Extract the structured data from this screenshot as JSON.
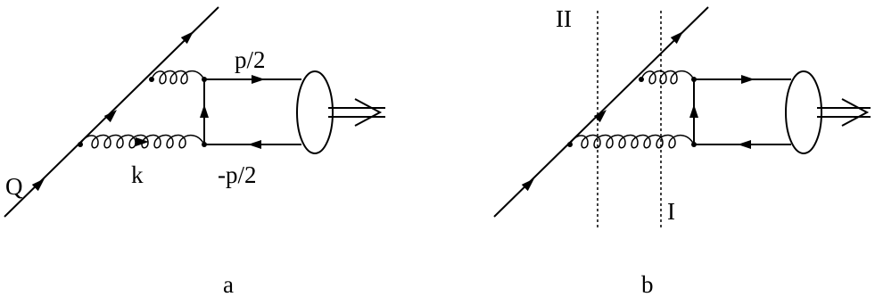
{
  "diagram_a": {
    "label_quark": "Q",
    "label_gluon": "k",
    "label_top_momentum": "p/2",
    "label_bottom_momentum": "-p/2",
    "caption": "a"
  },
  "diagram_b": {
    "label_cut_left": "II",
    "label_cut_right": "I",
    "caption": "b"
  }
}
